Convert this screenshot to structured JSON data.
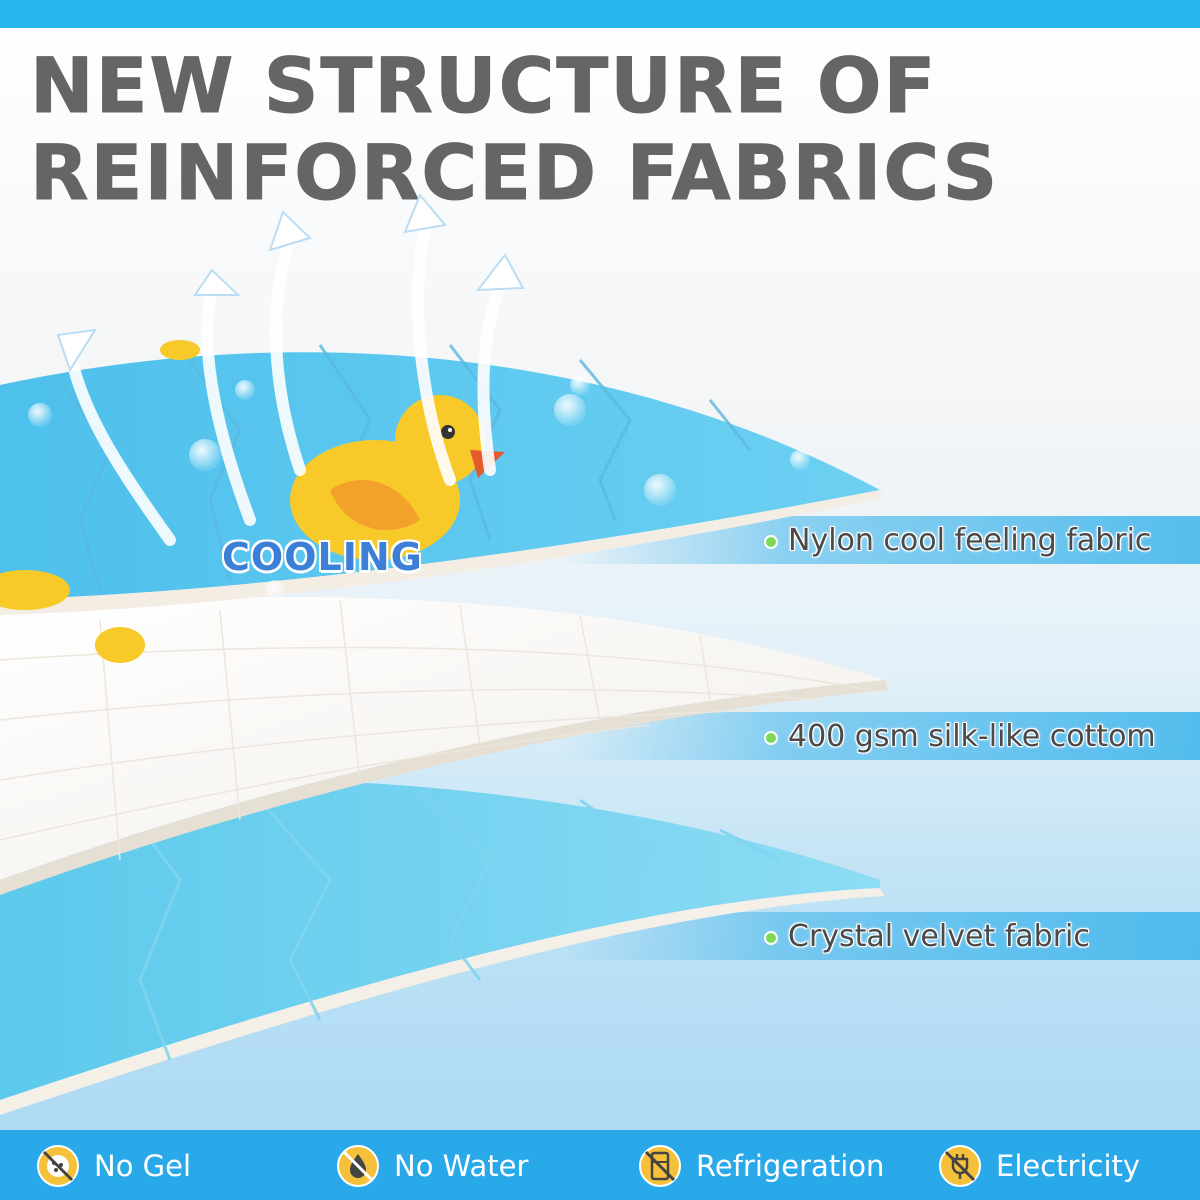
{
  "headline": {
    "line1": "NEW STRUCTURE OF",
    "line2": "REINFORCED FABRICS"
  },
  "cooling_label": "COOLING",
  "layers": [
    {
      "label": "Nylon cool feeling fabric"
    },
    {
      "label": "400 gsm silk-like cottom"
    },
    {
      "label": "Crystal velvet fabric"
    }
  ],
  "features": [
    {
      "label": "No Gel",
      "icon": "no-gel-icon"
    },
    {
      "label": "No Water",
      "icon": "no-water-icon"
    },
    {
      "label": "Refrigeration",
      "icon": "no-refrigeration-icon"
    },
    {
      "label": "Electricity",
      "icon": "no-electricity-icon"
    }
  ],
  "colors": {
    "accent_blue": "#2aa9ea",
    "title_gray": "#656565",
    "bullet_green": "#7ed957",
    "icon_yellow": "#f6c13a"
  }
}
